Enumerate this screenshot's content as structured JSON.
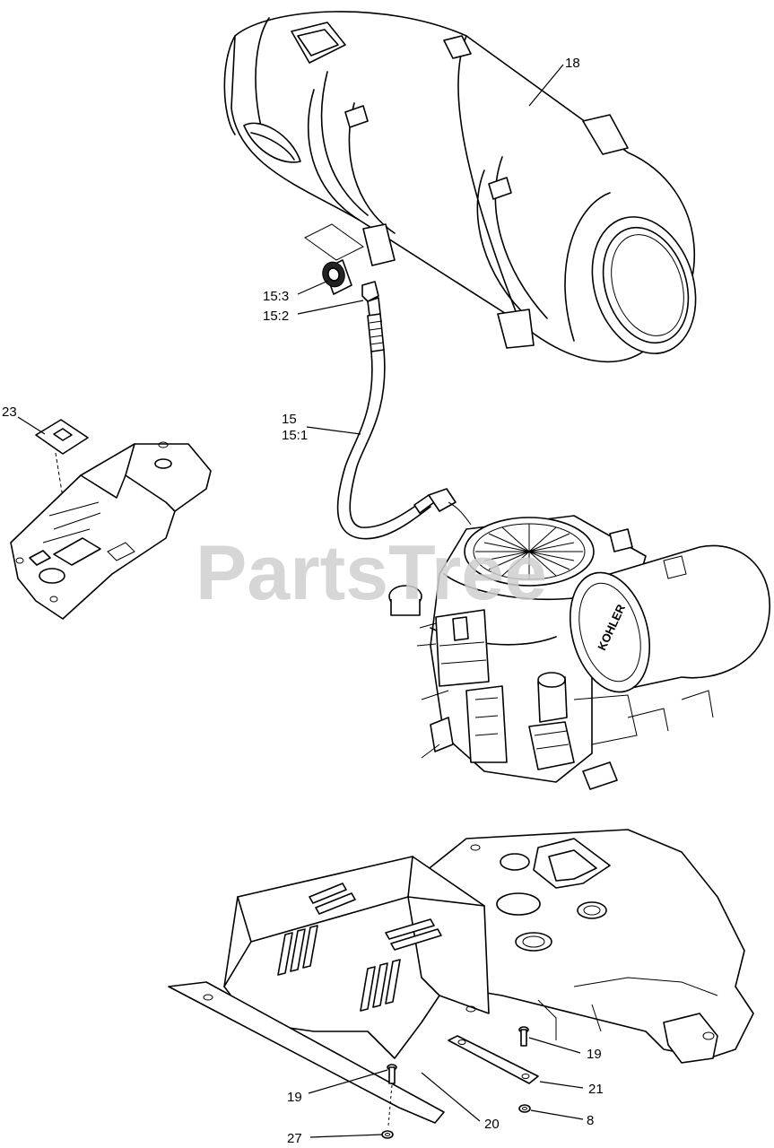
{
  "watermark": "PartsTree",
  "callouts": {
    "c18": "18",
    "c15_3": "15:3",
    "c15_2": "15:2",
    "c15": "15",
    "c15_1": "15:1",
    "c23": "23",
    "c19a": "19",
    "c19b": "19",
    "c21": "21",
    "c8": "8",
    "c20": "20",
    "c27": "27"
  },
  "engine_brand": "KOHLER"
}
